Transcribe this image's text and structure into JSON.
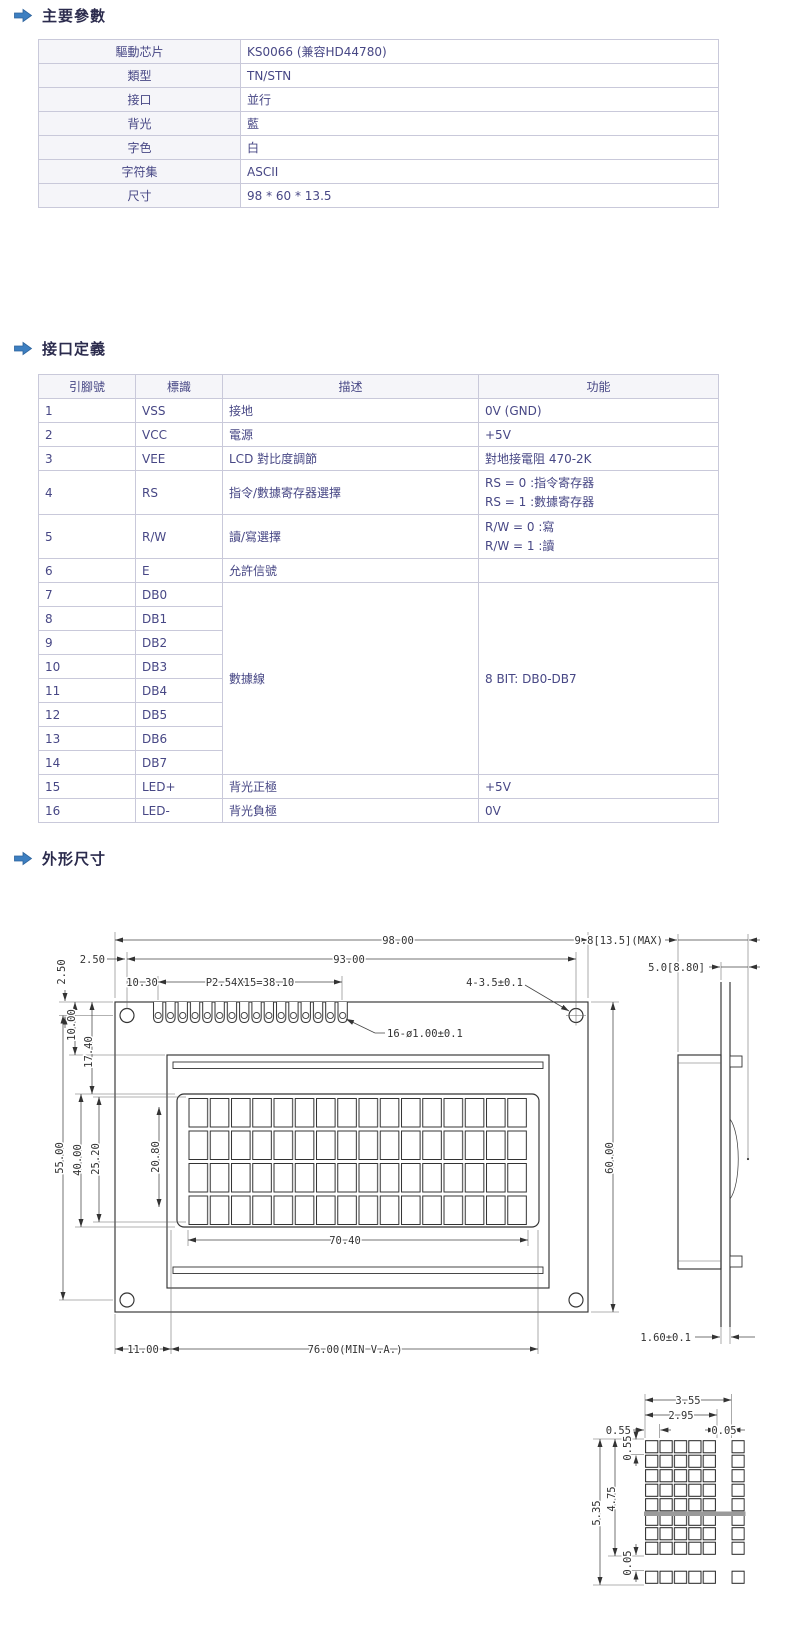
{
  "sections": {
    "params": {
      "title": "主要參數"
    },
    "pins": {
      "title": "接口定義"
    },
    "dims": {
      "title": "外形尺寸"
    }
  },
  "accent_color": "#3d7fc1",
  "params_table": {
    "rows": [
      {
        "label": "驅動芯片",
        "value": "KS0066 (兼容HD44780)"
      },
      {
        "label": "類型",
        "value": "TN/STN"
      },
      {
        "label": "接口",
        "value": "並行"
      },
      {
        "label": "背光",
        "value": "藍"
      },
      {
        "label": "字色",
        "value": "白"
      },
      {
        "label": "字符集",
        "value": "ASCII"
      },
      {
        "label": "尺寸",
        "value": "98 * 60 * 13.5"
      }
    ]
  },
  "pin_table": {
    "headers": {
      "pin": "引腳號",
      "label": "標識",
      "desc": "描述",
      "func": "功能"
    },
    "rows": [
      {
        "pin": "1",
        "label": "VSS",
        "desc": "接地",
        "func": "0V (GND)"
      },
      {
        "pin": "2",
        "label": "VCC",
        "desc": "電源",
        "func": "+5V"
      },
      {
        "pin": "3",
        "label": "VEE",
        "desc": "LCD 對比度調節",
        "func": "對地接電阻 470-2K"
      },
      {
        "pin": "4",
        "label": "RS",
        "desc": "指令/數據寄存器選擇",
        "func1": "RS = 0 :指令寄存器",
        "func2": "RS = 1 :數據寄存器"
      },
      {
        "pin": "5",
        "label": "R/W",
        "desc": "讀/寫選擇",
        "func1": "R/W = 0 :寫",
        "func2": "R/W = 1 :讀"
      },
      {
        "pin": "6",
        "label": "E",
        "desc": "允許信號",
        "func": ""
      },
      {
        "pin": "7",
        "label": "DB0",
        "desc": "數據線",
        "func": "8 BIT: DB0-DB7"
      },
      {
        "pin": "8",
        "label": "DB1"
      },
      {
        "pin": "9",
        "label": "DB2"
      },
      {
        "pin": "10",
        "label": "DB3"
      },
      {
        "pin": "11",
        "label": "DB4"
      },
      {
        "pin": "12",
        "label": "DB5"
      },
      {
        "pin": "13",
        "label": "DB6"
      },
      {
        "pin": "14",
        "label": "DB7"
      },
      {
        "pin": "15",
        "label": "LED+",
        "desc": "背光正極",
        "func": "+5V"
      },
      {
        "pin": "16",
        "label": "LED-",
        "desc": "背光負極",
        "func": "0V"
      }
    ]
  },
  "drawing": {
    "front": {
      "d98": "98.00",
      "d93": "93.00",
      "d250h": "2.50",
      "d250v": "2.50",
      "d1030": "10.30",
      "dpitch": "P2.54X15=38.10",
      "dholes": "4-3.5±0.1",
      "dpins": "16-ø1.00±0.1",
      "d1000": "10.00",
      "d1740": "17.40",
      "d5500": "55.00",
      "d4000": "40.00",
      "d2520": "25.20",
      "d2080": "20.80",
      "d7040": "70.40",
      "d1100": "11.00",
      "dva": "76.00(MIN V.A.)",
      "d6000": "60.00"
    },
    "side": {
      "dmax": "9.8[13.5](MAX)",
      "d50": "5.0[8.80]",
      "d160": "1.60±0.1"
    },
    "detail": {
      "d355": "3.55",
      "d295": "2.95",
      "d055t": "0.55",
      "d005t": "0.05",
      "d535": "5.35",
      "d475": "4.75",
      "d055l": "0.55",
      "d005l": "0.05"
    }
  }
}
